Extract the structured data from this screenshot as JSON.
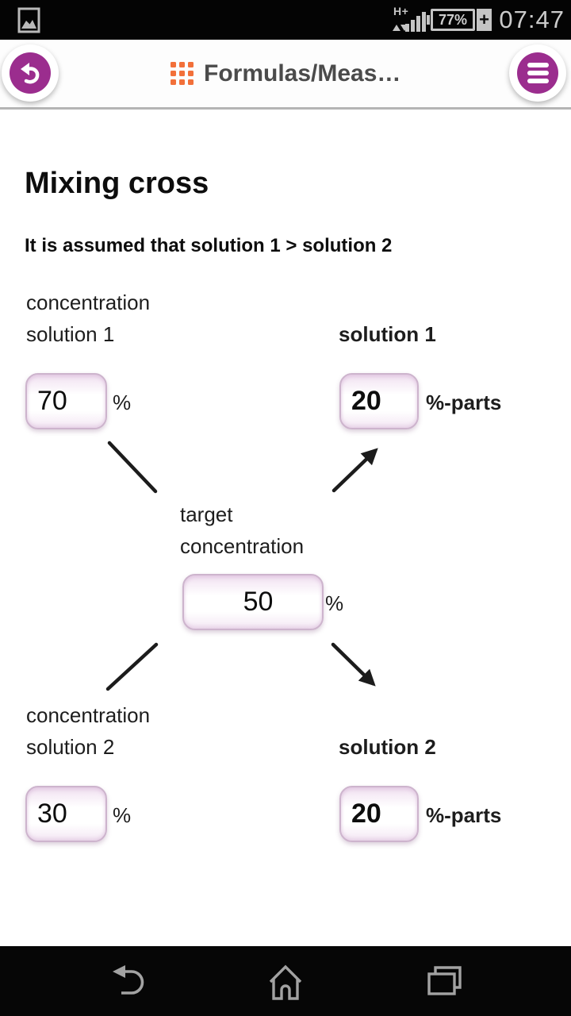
{
  "status_bar": {
    "time": "07:47",
    "battery_percent": "77%",
    "battery_charging_sign": "+",
    "network_type": "H+",
    "notification_icon": "gallery-icon"
  },
  "header": {
    "title": "Formulas/Meas…",
    "back_icon": "undo-icon",
    "title_icon": "grid-icon",
    "menu_icon": "hamburger-icon"
  },
  "content": {
    "title": "Mixing cross",
    "assumption": "It is assumed that solution 1 > solution 2",
    "top_left": {
      "label_line1": "concentration",
      "label_line2": "solution 1",
      "value": "70",
      "unit": "%"
    },
    "top_right": {
      "label": "solution 1",
      "value": "20",
      "unit": "%-parts"
    },
    "center": {
      "label_line1": "target",
      "label_line2": "concentration",
      "value": "50",
      "unit": "%"
    },
    "bottom_left": {
      "label_line1": "concentration",
      "label_line2": "solution 2",
      "value": "30",
      "unit": "%"
    },
    "bottom_right": {
      "label": "solution 2",
      "value": "20",
      "unit": "%-parts"
    }
  },
  "nav_bar": {
    "back_icon": "back-icon",
    "home_icon": "home-icon",
    "recents_icon": "recents-icon"
  },
  "colors": {
    "accent_purple": "#9b2d8e",
    "accent_orange": "#f2703a",
    "box_border_pink": "#cdb4cd",
    "status_icon_gray": "#c4c4c4",
    "nav_icon_gray": "#a2a2a2"
  }
}
